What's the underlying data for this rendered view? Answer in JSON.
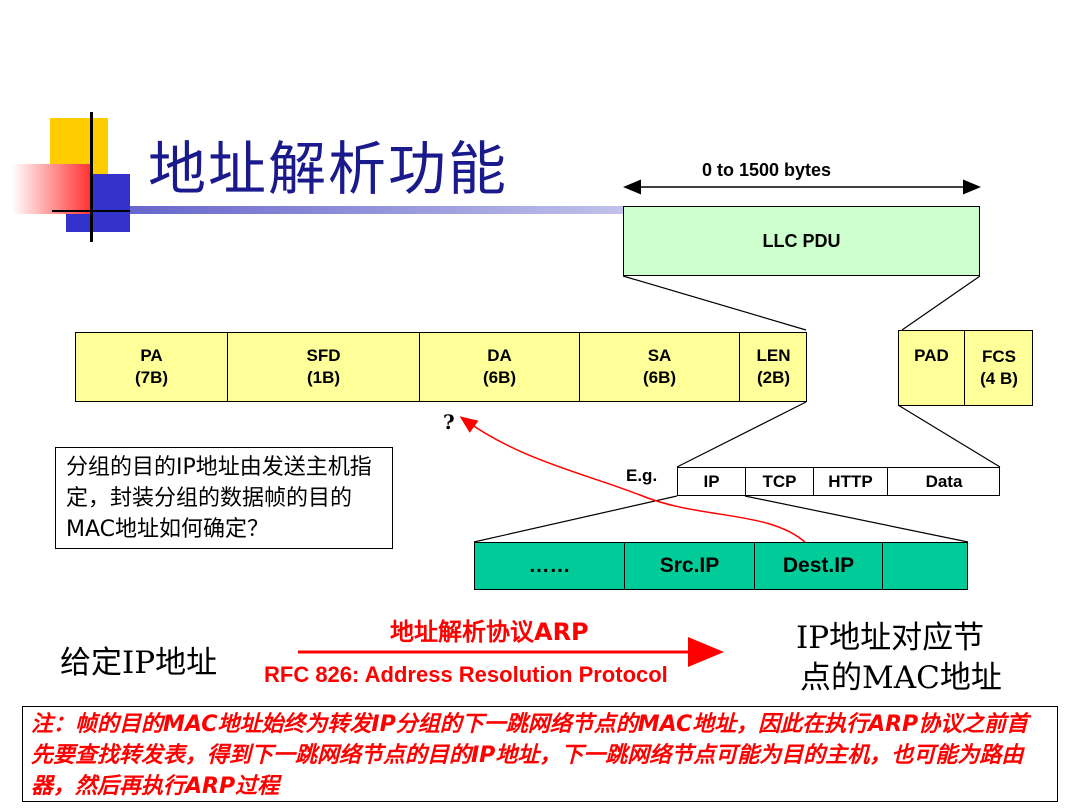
{
  "title": "地址解析功能",
  "range_label": "0 to 1500 bytes",
  "llc_pdu": "LLC PDU",
  "frame_fields": [
    {
      "label": "PA\n(7B)"
    },
    {
      "label": "SFD\n(1B)"
    },
    {
      "label": "DA\n(6B)"
    },
    {
      "label": "SA\n(6B)"
    },
    {
      "label": "LEN\n(2B)"
    }
  ],
  "tail_fields": [
    {
      "label": "PAD"
    },
    {
      "label": "FCS\n(4 B)"
    }
  ],
  "question_mark": "?",
  "eg_label": "E.g.",
  "packet_fields": [
    {
      "label": "IP"
    },
    {
      "label": "TCP"
    },
    {
      "label": "HTTP"
    },
    {
      "label": "Data"
    }
  ],
  "ip_fields": [
    {
      "label": "……"
    },
    {
      "label": "Src.IP"
    },
    {
      "label": "Dest.IP"
    },
    {
      "label": ""
    }
  ],
  "question_text": "分组的目的IP地址由发送主机指定，封装分组的数据帧的目的MAC地址如何确定？",
  "given_ip": "给定IP地址",
  "arp_label": "地址解析协议ARP",
  "rfc_label": "RFC 826: Address Resolution Protocol",
  "result_line1": "IP地址对应节",
  "result_line2": "点的MAC地址",
  "note": "注：帧的目的MAC地址始终为转发IP分组的下一跳网络节点的MAC地址，因此在执行ARP协议之前首先要查找转发表，得到下一跳网络节点的目的IP地址，下一跳网络节点可能为目的主机，也可能为路由器，然后再执行ARP过程",
  "colors": {
    "title": "#1a1a8c",
    "frame_fill": "#ffff99",
    "llc_fill": "#ccffcc",
    "ip_fill": "#00cc99",
    "accent_red": "#ff0000"
  }
}
